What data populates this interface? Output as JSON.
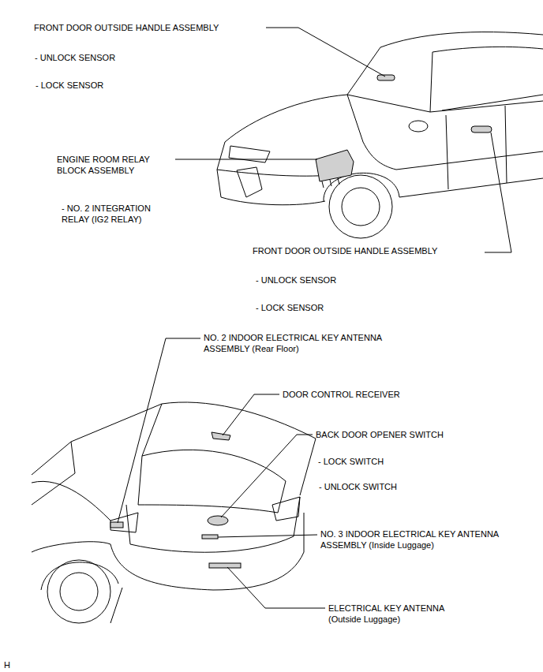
{
  "diagram": {
    "labels": [
      "FRONT DOOR OUTSIDE HANDLE ASSEMBLY",
      "- UNLOCK SENSOR",
      "- LOCK SENSOR",
      "ENGINE ROOM RELAY BLOCK ASSEMBLY",
      "- NO. 2 INTEGRATION RELAY (IG2 RELAY)",
      "FRONT DOOR OUTSIDE HANDLE ASSEMBLY",
      "- UNLOCK SENSOR",
      "- LOCK SENSOR",
      "NO. 2 INDOOR ELECTRICAL KEY ANTENNA ASSEMBLY (Rear Floor)",
      "DOOR CONTROL RECEIVER",
      "BACK DOOR OPENER SWITCH",
      "- LOCK SWITCH",
      "- UNLOCK SWITCH",
      "NO. 3 INDOOR ELECTRICAL KEY ANTENNA ASSEMBLY (Inside Luggage)",
      "ELECTRICAL KEY ANTENNA (Outside Luggage)",
      "H"
    ]
  }
}
